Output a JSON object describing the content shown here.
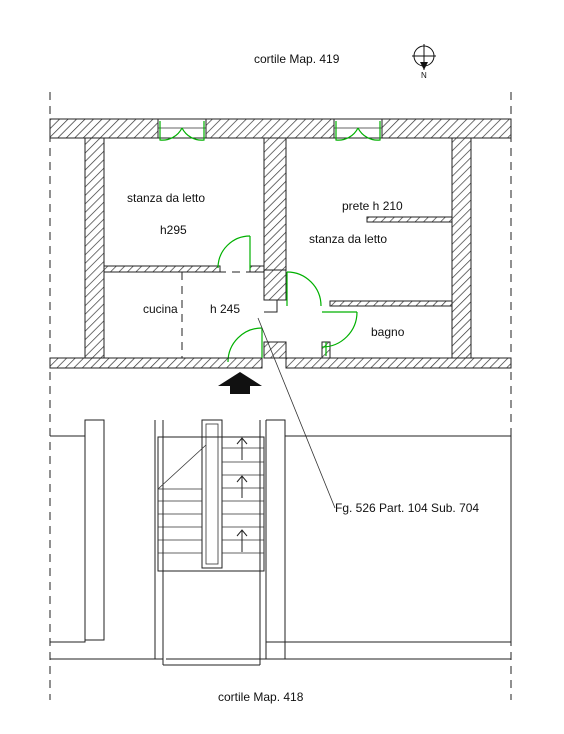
{
  "labels": {
    "courtyard_top": "cortile Map. 419",
    "courtyard_bottom": "cortile Map. 418",
    "bedroom_left": "stanza da letto",
    "height_left": "h295",
    "bedroom_right": "stanza da letto",
    "partition": "prete h 210",
    "kitchen": "cucina",
    "height_center": "h 245",
    "bathroom": "bagno",
    "cadastral_ref": "Fg. 526 Part. 104 Sub. 704",
    "north": "N"
  },
  "colors": {
    "walls": "#222222",
    "doors": "#00b000"
  },
  "icons": {
    "north_arrow": "compass-north-icon",
    "entrance": "entrance-arrow-icon"
  }
}
